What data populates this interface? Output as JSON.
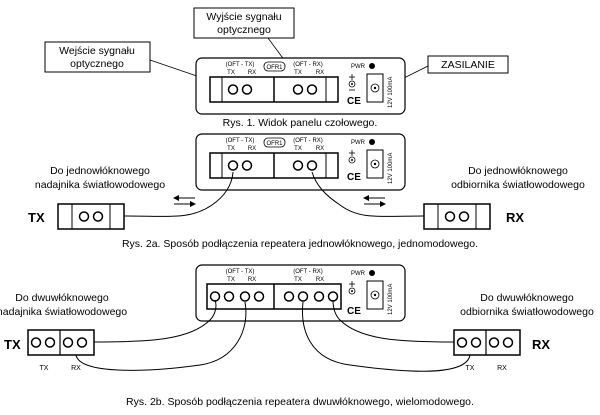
{
  "figure1": {
    "callout_input": [
      "Wejście sygnału",
      "optycznego"
    ],
    "callout_output": [
      "Wyjście sygnału",
      "optycznego"
    ],
    "callout_power": "ZASILANIE",
    "panel": {
      "port_tx_label": "(OFT - TX)",
      "port_rx_label": "(OFT - RX)",
      "tx": "TX",
      "rx": "RX",
      "ofr": "OFR1",
      "pwr": "PWR",
      "voltage": "12V 100mA",
      "ce": "CE"
    },
    "caption": "Rys. 1. Widok panelu czołowego."
  },
  "figure2a": {
    "left_label": [
      "Do jednowłóknowego",
      "nadajnika światłowodowego"
    ],
    "right_label": [
      "Do jednowłóknowego",
      "odbiornika światłowodowego"
    ],
    "tx": "TX",
    "rx": "RX",
    "caption": "Rys. 2a. Sposób podłączenia repeatera jednowłóknowego, jednomodowego."
  },
  "figure2b": {
    "left_label": [
      "Do dwuwłóknowego",
      "nadajnika światłowodowego"
    ],
    "right_label": [
      "Do dwuwłóknowego",
      "odbiornika światłowodowego"
    ],
    "tx": "TX",
    "rx": "RX",
    "left_sub": [
      "TX",
      "RX"
    ],
    "right_sub": [
      "TX",
      "RX"
    ],
    "caption": "Rys. 2b. Sposób podłączenia repeatera dwuwłóknowego, wielomodowego."
  }
}
